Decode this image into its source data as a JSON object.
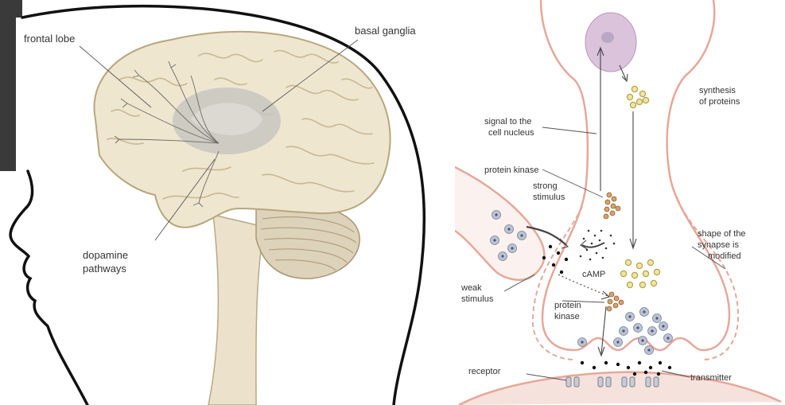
{
  "brain_panel": {
    "labels": {
      "frontal_lobe": "frontal lobe",
      "basal_ganglia": "basal ganglia",
      "dopamine_line1": "dopamine",
      "dopamine_line2": "pathways"
    }
  },
  "synapse_panel": {
    "labels": {
      "signal_line1": "signal to the",
      "signal_line2": "cell nucleus",
      "synthesis_line1": "synthesis",
      "synthesis_line2": "of proteins",
      "protein_kinase_top": "protein kinase",
      "strong_line1": "strong",
      "strong_line2": "stimulus",
      "camp": "cAMP",
      "shape_line1": "shape of the",
      "shape_line2": "synapse is",
      "shape_line3": "modified",
      "weak_line1": "weak",
      "weak_line2": "stimulus",
      "protein_kinase_low_line1": "protein",
      "protein_kinase_low_line2": "kinase",
      "receptor": "receptor",
      "transmitter": "transmitter"
    }
  },
  "colors": {
    "brain_fill": "#efe6d0",
    "brain_fold": "#c9b892",
    "basal_region": "#c8c6c0",
    "head_outline": "#111111",
    "membrane_pink": "#e7a79a",
    "nucleus": "#dcc3dc",
    "protein_dot": "#d4c679",
    "vesicle": "#bcc3d6"
  }
}
